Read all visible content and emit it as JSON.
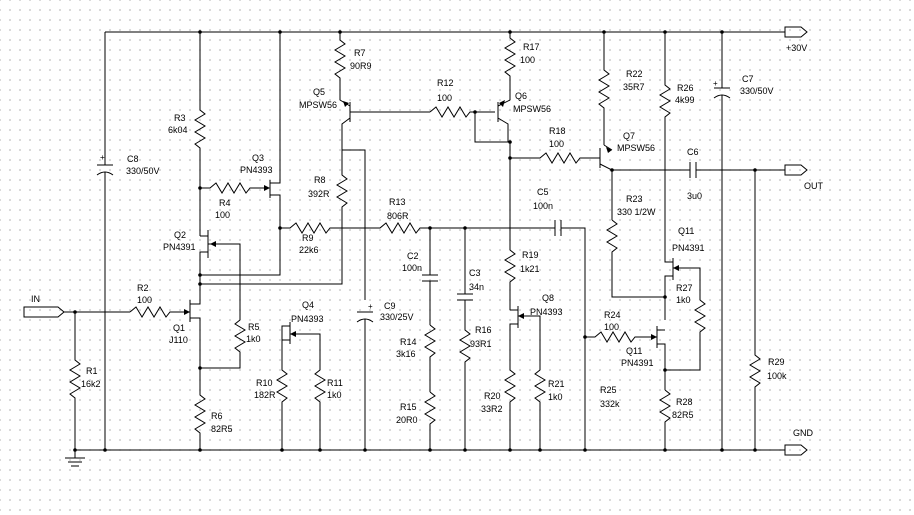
{
  "ports": {
    "in": "IN",
    "out": "OUT",
    "vplus": "+30V",
    "gnd": "GND"
  },
  "parts": {
    "R1": {
      "ref": "R1",
      "val": "16k2"
    },
    "R2": {
      "ref": "R2",
      "val": "100"
    },
    "R3": {
      "ref": "R3",
      "val": "6k04"
    },
    "R4": {
      "ref": "R4",
      "val": "100"
    },
    "R5": {
      "ref": "R5",
      "val": "1k0"
    },
    "R6": {
      "ref": "R6",
      "val": "82R5"
    },
    "R7": {
      "ref": "R7",
      "val": "90R9"
    },
    "R8": {
      "ref": "R8",
      "val": "392R"
    },
    "R9": {
      "ref": "R9",
      "val": "22k6"
    },
    "R10": {
      "ref": "R10",
      "val": "182R"
    },
    "R11": {
      "ref": "R11",
      "val": "1k0"
    },
    "R12": {
      "ref": "R12",
      "val": "100"
    },
    "R13": {
      "ref": "R13",
      "val": "806R"
    },
    "R14": {
      "ref": "R14",
      "val": "3k16"
    },
    "R15": {
      "ref": "R15",
      "val": "20R0"
    },
    "R16": {
      "ref": "R16",
      "val": "93R1"
    },
    "R17": {
      "ref": "R17",
      "val": "100"
    },
    "R18": {
      "ref": "R18",
      "val": "100"
    },
    "R19": {
      "ref": "R19",
      "val": "1k21"
    },
    "R20": {
      "ref": "R20",
      "val": "33R2"
    },
    "R21": {
      "ref": "R21",
      "val": "1k0"
    },
    "R22": {
      "ref": "R22",
      "val": "35R7"
    },
    "R23": {
      "ref": "R23",
      "val": "330 1/2W"
    },
    "R24": {
      "ref": "R24",
      "val": "100"
    },
    "R25": {
      "ref": "R25",
      "val": "332k"
    },
    "R26": {
      "ref": "R26",
      "val": "4k99"
    },
    "R27": {
      "ref": "R27",
      "val": "1k0"
    },
    "R28": {
      "ref": "R28",
      "val": "82R5"
    },
    "R29": {
      "ref": "R29",
      "val": "100k"
    },
    "C2": {
      "ref": "C2",
      "val": "100n"
    },
    "C3": {
      "ref": "C3",
      "val": "34n"
    },
    "C5": {
      "ref": "C5",
      "val": "100n"
    },
    "C6": {
      "ref": "C6",
      "val": "3u0"
    },
    "C7": {
      "ref": "C7",
      "val": "330/50V"
    },
    "C8": {
      "ref": "C8",
      "val": "330/50V"
    },
    "C9": {
      "ref": "C9",
      "val": "330/25V"
    },
    "Q1": {
      "ref": "Q1",
      "val": "J110"
    },
    "Q2": {
      "ref": "Q2",
      "val": "PN4391"
    },
    "Q3": {
      "ref": "Q3",
      "val": "PN4393"
    },
    "Q4": {
      "ref": "Q4",
      "val": "PN4393"
    },
    "Q5": {
      "ref": "Q5",
      "val": "MPSW56"
    },
    "Q6": {
      "ref": "Q6",
      "val": "MPSW56"
    },
    "Q7": {
      "ref": "Q7",
      "val": "MPSW56"
    },
    "Q8": {
      "ref": "Q8",
      "val": "PN4393"
    },
    "Q11a": {
      "ref": "Q11",
      "val": "PN4391"
    },
    "Q11b": {
      "ref": "Q11",
      "val": "PN4391"
    }
  }
}
